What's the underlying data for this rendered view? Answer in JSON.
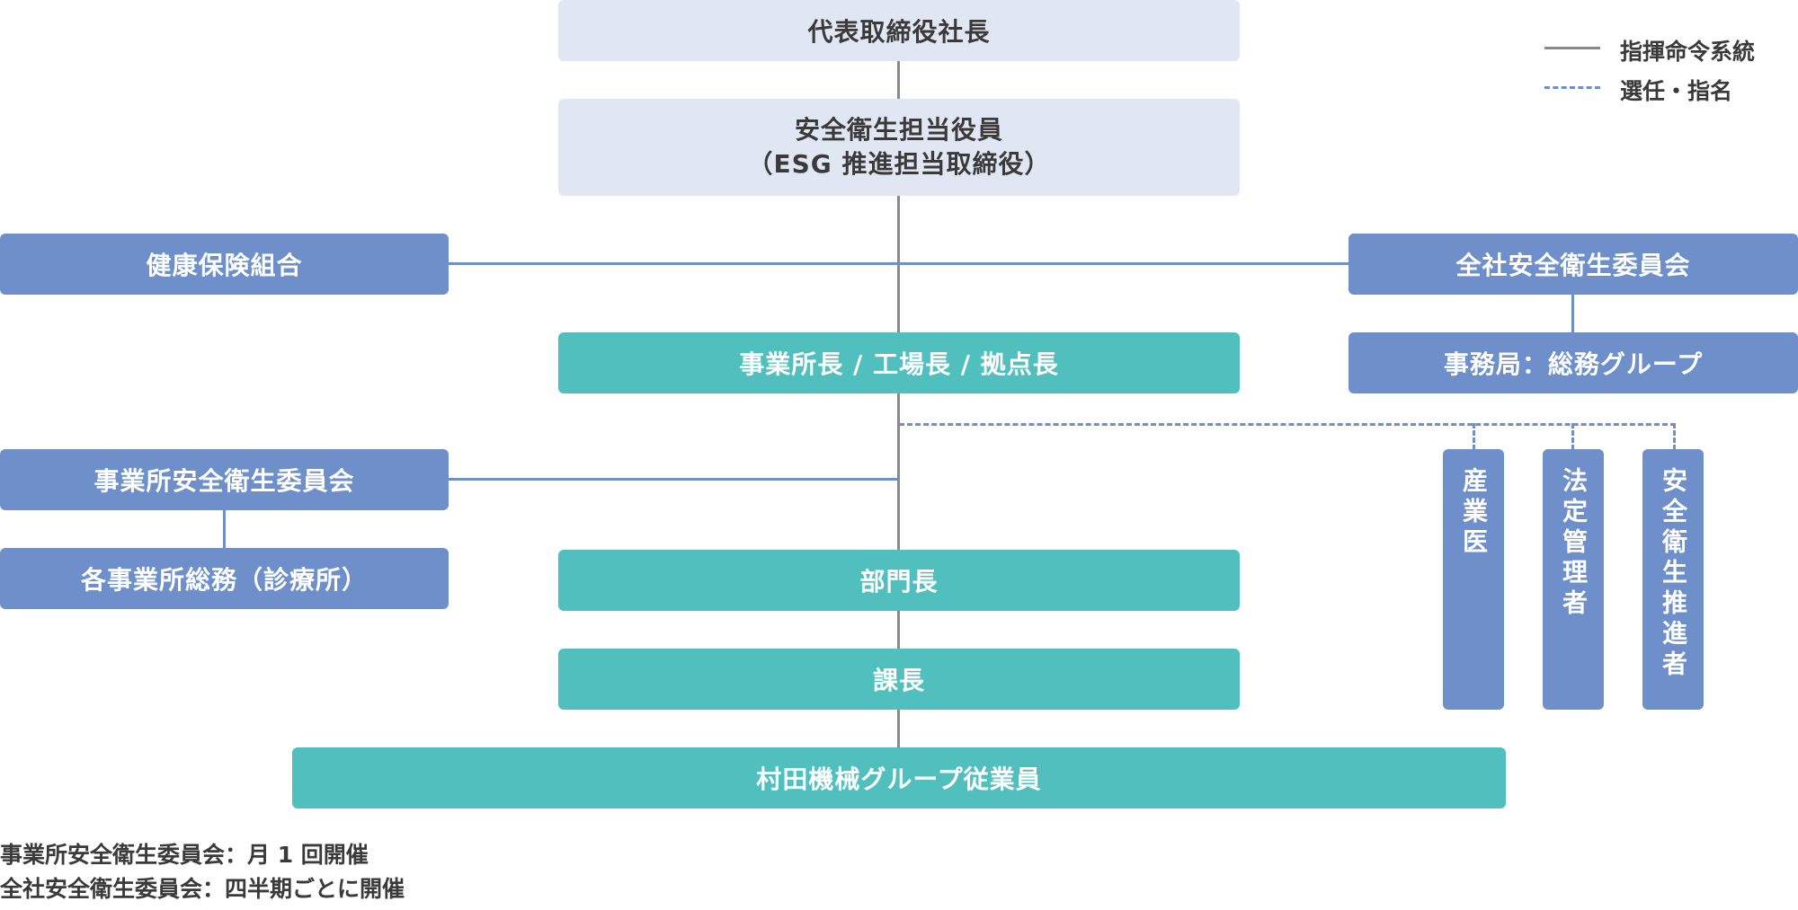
{
  "nodes": {
    "ceo": "代表取締役社長",
    "safety_officer": [
      "安全衛生担当役員",
      "（ESG 推進担当取締役）"
    ],
    "health_insurance": "健康保険組合",
    "company_committee": "全社安全衛生委員会",
    "site_head": "事業所長 / 工場長 / 拠点長",
    "secretariat": "事務局：総務グループ",
    "site_committee": "事業所安全衛生委員会",
    "site_general_affairs": "各事業所総務（診療所）",
    "department_head": "部門長",
    "section_head": "課長",
    "employees": "村田機械グループ従業員",
    "industrial_physician": "産業医",
    "statutory_manager": "法定管理者",
    "safety_promoter": "安全衛生推進者"
  },
  "legend": {
    "command": "指揮命令系統",
    "appointment": "選任・指名"
  },
  "notes": [
    "事業所安全衛生委員会：月 1 回開催",
    "全社安全衛生委員会：四半期ごとに開催"
  ],
  "colors": {
    "exec_fill": "#e1e6f3",
    "blue_fill": "#6e8fc9",
    "teal_fill": "#52bfbf",
    "command_line": "#8a8a8a"
  }
}
